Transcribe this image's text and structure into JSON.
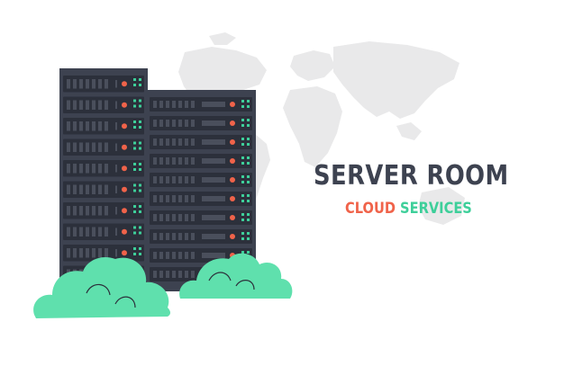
{
  "headline": {
    "title": "SERVER ROOM",
    "subtitle_part1": "CLOUD",
    "subtitle_part2": "SERVICES"
  },
  "colors": {
    "title": "#3d4250",
    "subtitle_part1": "#f0634a",
    "subtitle_part2": "#3ecf9a",
    "rack_body": "#3d4250",
    "rack_unit": "#2c303b",
    "led_red": "#f0634a",
    "led_green": "#3ecf9a",
    "cloud": "#5fe0ad",
    "cloud_outline": "#2c303b",
    "map": "#e9e9ea"
  },
  "racks": [
    {
      "name": "rack-left",
      "units": 11
    },
    {
      "name": "rack-right",
      "units": 10
    }
  ],
  "icons": [
    "world-map",
    "server-rack",
    "cloud"
  ]
}
